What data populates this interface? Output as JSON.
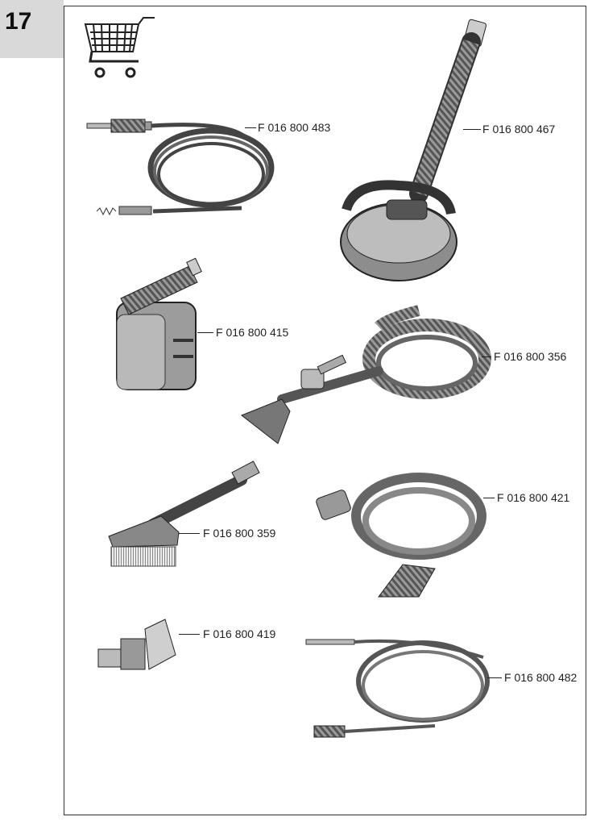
{
  "page": {
    "number": "17"
  },
  "icons": {
    "cart": "shopping-cart-icon"
  },
  "parts": [
    {
      "part_number": "F 016 800 483",
      "item": "hose-extension"
    },
    {
      "part_number": "F 016 800 467",
      "item": "patio-cleaner"
    },
    {
      "part_number": "F 016 800 415",
      "item": "detergent-nozzle"
    },
    {
      "part_number": "F 016 800 356",
      "item": "pipe-cleaning-kit"
    },
    {
      "part_number": "F 016 800 421",
      "item": "drain-hose"
    },
    {
      "part_number": "F 016 800 359",
      "item": "brush"
    },
    {
      "part_number": "F 016 800 419",
      "item": "adapter"
    },
    {
      "part_number": "F 016 800 482",
      "item": "hose-long"
    }
  ]
}
